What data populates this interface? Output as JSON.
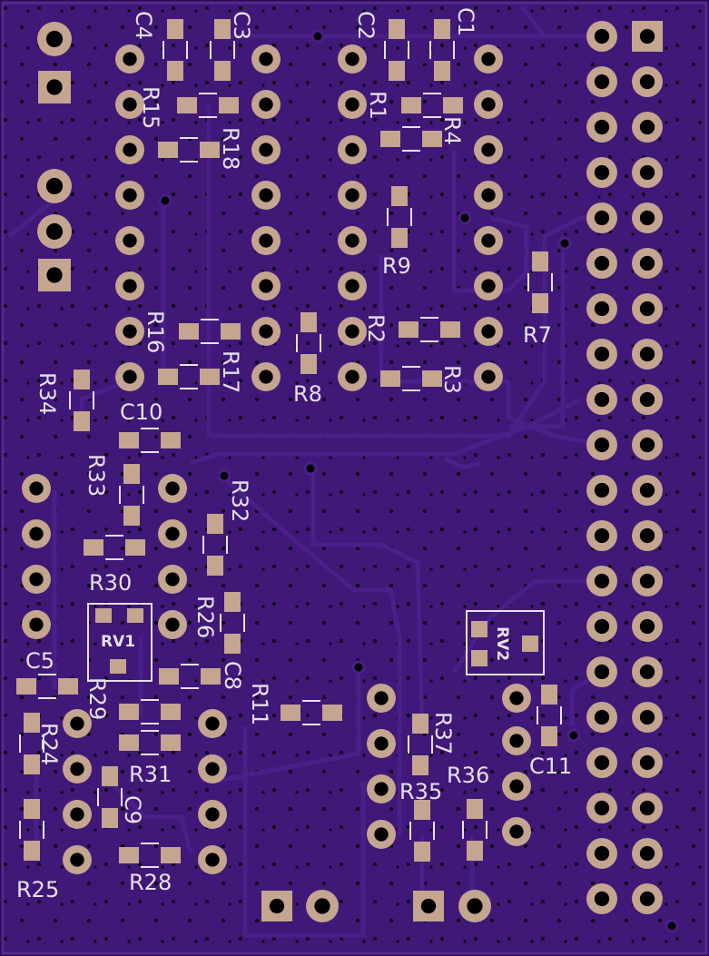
{
  "board": {
    "substrate_color": "#2a0c4e",
    "copper_color": "#3f1878",
    "trace_color": "#4a1f88",
    "pad_color": "#c4a58f",
    "silk_color": "#e6e0ec",
    "drill_color": "#000000"
  },
  "labels": {
    "C1": "C1",
    "C2": "C2",
    "C3": "C3",
    "C4": "C4",
    "C5": "C5",
    "C8": "C8",
    "C9": "C9",
    "C10": "C10",
    "C11": "C11",
    "R1": "R1",
    "R2": "R2",
    "R3": "R3",
    "R4": "R4",
    "R7": "R7",
    "R8": "R8",
    "R9": "R9",
    "R11": "R11",
    "R15": "R15",
    "R16": "R16",
    "R17": "R17",
    "R18": "R18",
    "R24": "R24",
    "R25": "R25",
    "R26": "R26",
    "R28": "R28",
    "R29": "R29",
    "R30": "R30",
    "R31": "R31",
    "R32": "R32",
    "R33": "R33",
    "R34": "R34",
    "R35": "R35",
    "R36": "R36",
    "R37": "R37",
    "RV1": "RV1",
    "RV2": "RV2"
  }
}
